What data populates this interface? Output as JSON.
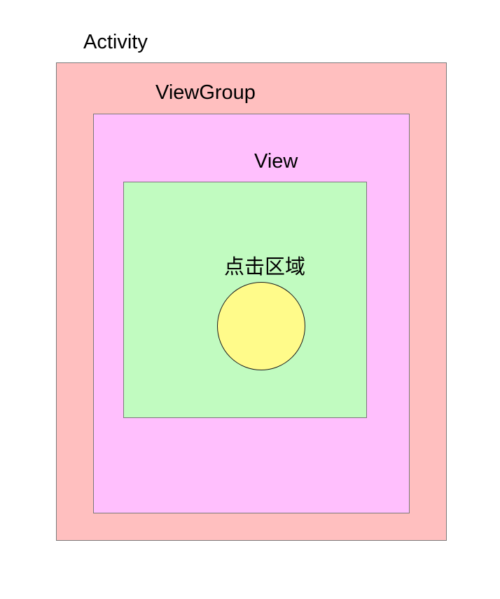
{
  "activity": {
    "label": "Activity",
    "color": "#ffbfbf"
  },
  "viewgroup": {
    "label": "ViewGroup",
    "color": "#ffbffd"
  },
  "view": {
    "label": "View",
    "color": "#c1fbc0"
  },
  "click_area": {
    "label": "点击区域",
    "color": "#fffb8a"
  }
}
